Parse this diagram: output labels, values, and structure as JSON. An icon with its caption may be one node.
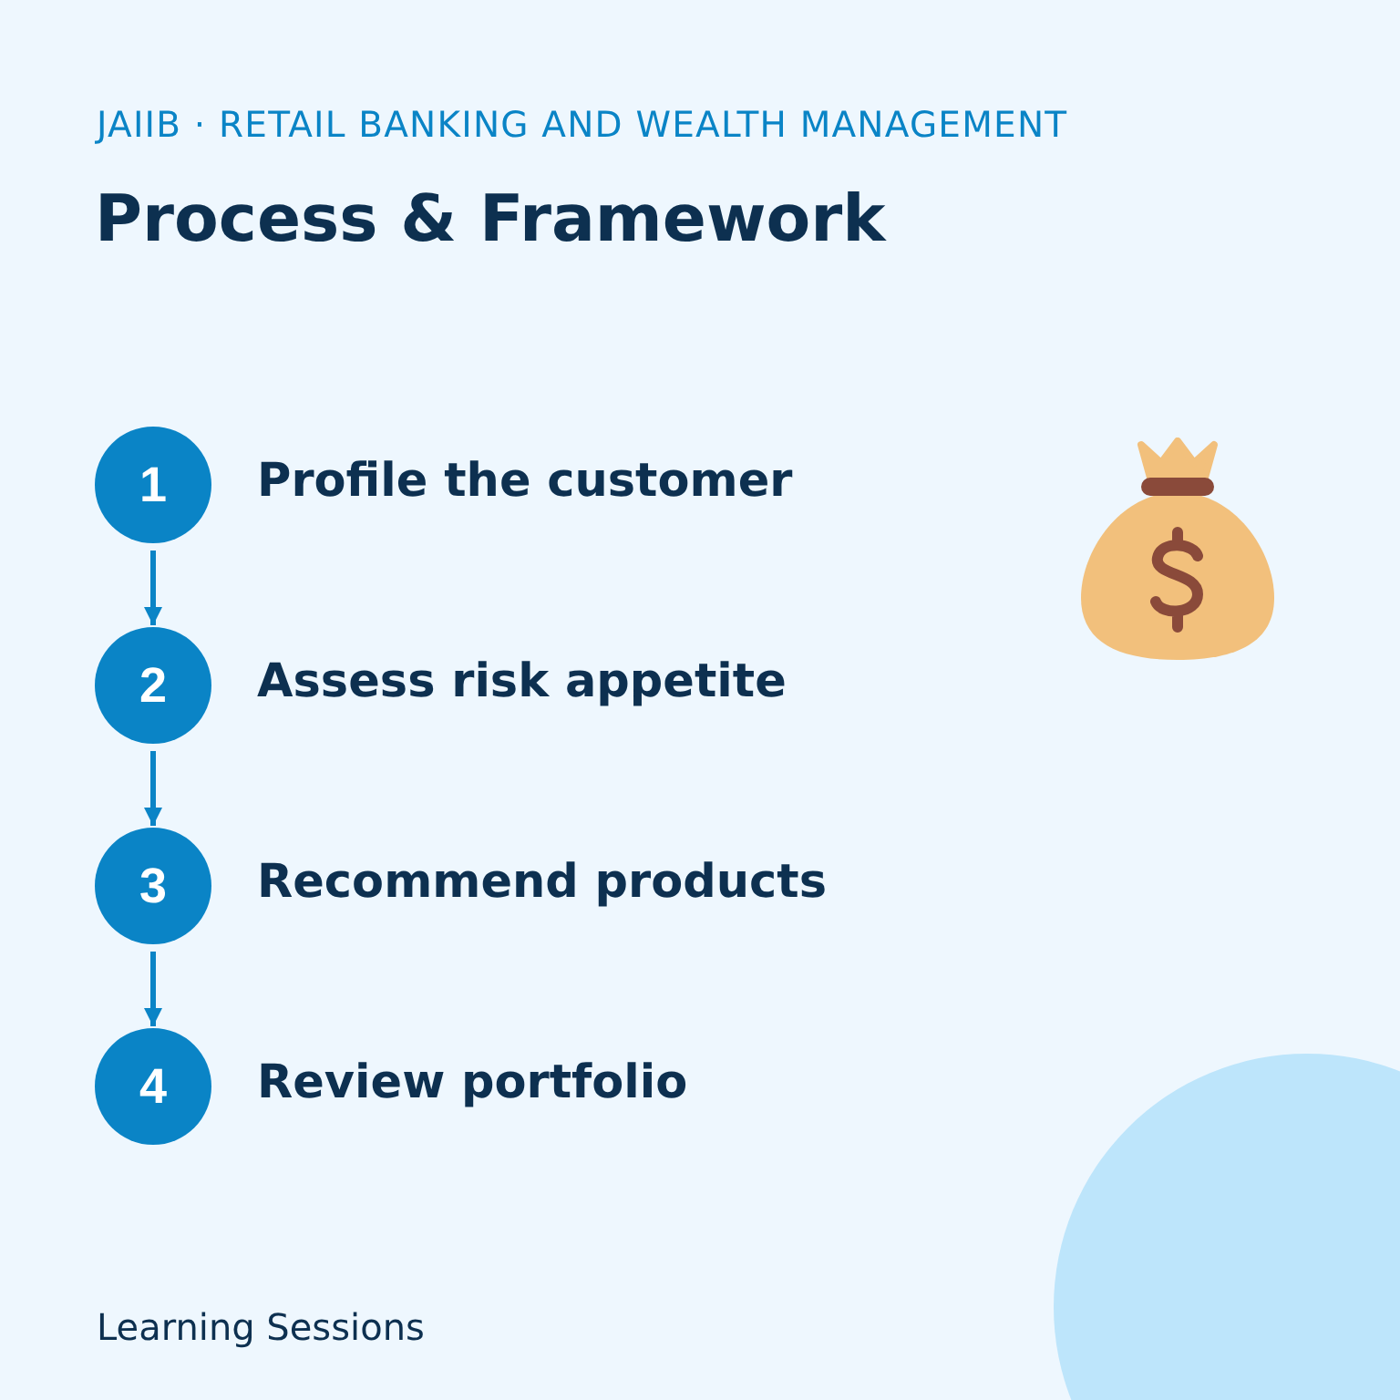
{
  "diagram": {
    "title": "Process & Framework",
    "nodes": [
      {
        "text": [
          "1"
        ],
        "beside": [
          "Profile the customer"
        ]
      },
      {
        "text": [
          "2"
        ],
        "beside": [
          "Assess risk appetite"
        ]
      },
      {
        "text": [
          "3"
        ],
        "beside": [
          "Recommend products"
        ]
      },
      {
        "text": [
          "4"
        ],
        "beside": [
          "Review portfolio"
        ]
      }
    ],
    "edges": [
      {
        "from": 0,
        "to": 1,
        "arrow": "to"
      },
      {
        "from": 1,
        "to": 2,
        "arrow": "to"
      },
      {
        "from": 2,
        "to": 3,
        "arrow": "to"
      }
    ],
    "labels": [
      "JAIIB · RETAIL BANKING AND WEALTH MANAGEMENT",
      "Learning Sessions"
    ]
  }
}
